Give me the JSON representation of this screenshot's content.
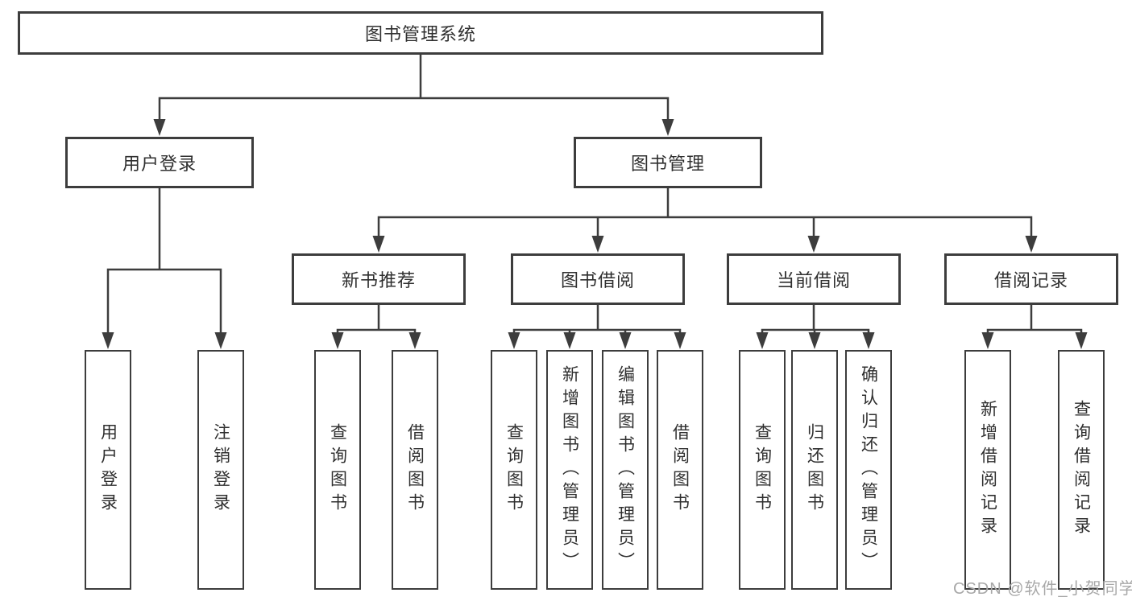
{
  "diagram": {
    "root": {
      "label": "图书管理系统"
    },
    "branches": [
      {
        "label": "用户登录",
        "children": [
          {
            "label": "用户登录"
          },
          {
            "label": "注销登录"
          }
        ]
      },
      {
        "label": "图书管理",
        "children": [
          {
            "label": "新书推荐",
            "children": [
              {
                "label": "查询图书"
              },
              {
                "label": "借阅图书"
              }
            ]
          },
          {
            "label": "图书借阅",
            "children": [
              {
                "label": "查询图书"
              },
              {
                "label": "新增图书（管理员）"
              },
              {
                "label": "编辑图书（管理员）"
              },
              {
                "label": "借阅图书"
              }
            ]
          },
          {
            "label": "当前借阅",
            "children": [
              {
                "label": "查询图书"
              },
              {
                "label": "归还图书"
              },
              {
                "label": "确认归还（管理员）"
              }
            ]
          },
          {
            "label": "借阅记录",
            "children": [
              {
                "label": "新增借阅记录"
              },
              {
                "label": "查询借阅记录"
              }
            ]
          }
        ]
      }
    ]
  },
  "watermark": "CSDN @软件_小贺同学",
  "colors": {
    "line": "#3d3d3d",
    "border": "#3d3d3d",
    "text": "#2f2f2f",
    "watermark": "#a8a8a8",
    "background": "#ffffff"
  }
}
